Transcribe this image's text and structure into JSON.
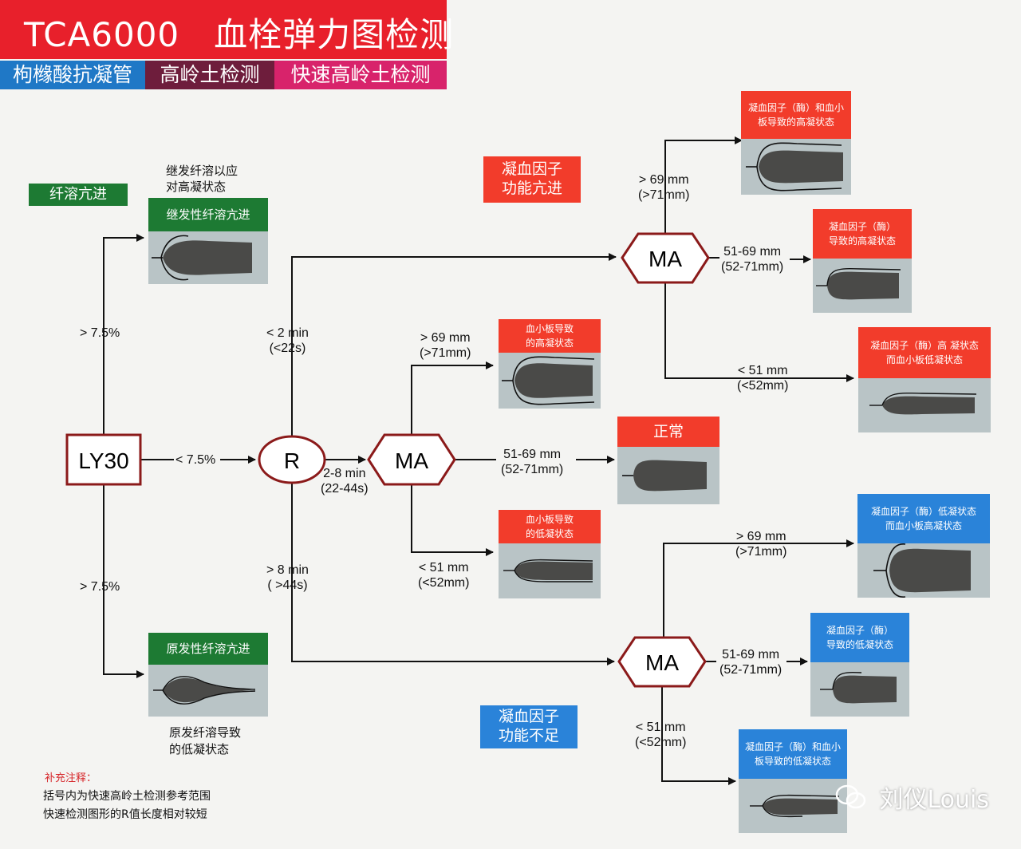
{
  "header": {
    "title": "TCA6000　血栓弹力图检测",
    "tabs": [
      "枸橼酸抗凝管",
      "高岭土检测",
      "快速高岭土检测"
    ],
    "colors": {
      "title_bg": "#e8202b",
      "tab1": "#1f78c6",
      "tab2": "#6e1d3c",
      "tab3": "#d8236b"
    }
  },
  "nodes": {
    "ly30": "LY30",
    "r": "R",
    "ma_center": "MA",
    "ma_top": "MA",
    "ma_bottom": "MA"
  },
  "tags": {
    "fibrinolysis": "纤溶亢进",
    "coag_high": [
      "凝血因子",
      "功能亢进"
    ],
    "coag_low": [
      "凝血因子",
      "功能不足"
    ]
  },
  "notes": {
    "secondary_caption": [
      "继发纤溶以应",
      "对高凝状态"
    ],
    "primary_caption": [
      "原发纤溶导致",
      "的低凝状态"
    ],
    "supplement_title": "补充注释：",
    "supplement_lines": [
      "括号内为快速高岭土检测参考范围",
      "快速检测图形的R值长度相对较短"
    ]
  },
  "edge_labels": {
    "ly30_up": "> 7.5%",
    "ly30_down": "> 7.5%",
    "ly30_r": "< 7.5%",
    "r_fast": [
      "< 2 min",
      "(<22s)"
    ],
    "r_mid": [
      "2-8 min",
      "(22-44s)"
    ],
    "r_slow": [
      "> 8 min",
      "( >44s)"
    ],
    "c_high": [
      "> 69 mm",
      "(>71mm)"
    ],
    "c_mid": [
      "51-69 mm",
      "(52-71mm)"
    ],
    "c_low": [
      "< 51 mm",
      "(<52mm)"
    ],
    "t_high": [
      "> 69 mm",
      "(>71mm)"
    ],
    "t_mid": [
      "51-69 mm",
      "(52-71mm)"
    ],
    "t_low": [
      "< 51 mm",
      "(<52mm)"
    ],
    "b_high": [
      "> 69 mm",
      "(>71mm)"
    ],
    "b_mid": [
      "51-69 mm",
      "(52-71mm)"
    ],
    "b_low": [
      "< 51 mm",
      "(<52mm)"
    ]
  },
  "cards": {
    "secondary": "继发性纤溶亢进",
    "primary": "原发性纤溶亢进",
    "platelet_high": [
      "血小板导致",
      "的高凝状态"
    ],
    "normal": "正常",
    "platelet_low": [
      "血小板导致",
      "的低凝状态"
    ],
    "t_high": [
      "凝血因子（酶）和血小",
      "板导致的高凝状态"
    ],
    "t_mid": [
      "凝血因子（酶）",
      "导致的高凝状态"
    ],
    "t_low": [
      "凝血因子（酶）高 凝状态",
      "而血小板低凝状态"
    ],
    "b_high": [
      "凝血因子（酶）低凝状态",
      "而血小板高凝状态"
    ],
    "b_mid": [
      "凝血因子（酶）",
      "导致的低凝状态"
    ],
    "b_low": [
      "凝血因子（酶）和血小",
      "板导致的低凝状态"
    ]
  },
  "watermark": "刘仪Louis",
  "colors": {
    "red": "#f23c2b",
    "green": "#1d7a33",
    "blue": "#2a83d9",
    "node_border": "#8b1a1a",
    "thumb_bg": "#b9c4c6",
    "trace_fill": "#4a4a48"
  }
}
